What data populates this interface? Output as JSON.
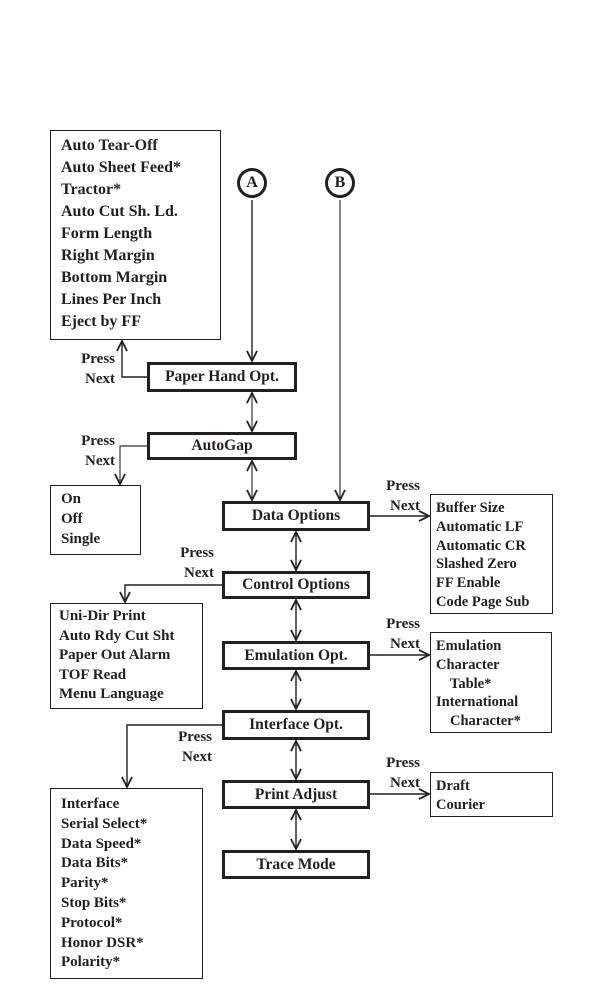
{
  "connectors": [
    {
      "label": "A"
    },
    {
      "label": "B"
    }
  ],
  "press_next": {
    "line1": "Press",
    "line2": "Next"
  },
  "main_menus": [
    {
      "id": "paper-hand-opt",
      "label": "Paper Hand Opt."
    },
    {
      "id": "autogap",
      "label": "AutoGap"
    },
    {
      "id": "data-options",
      "label": "Data Options"
    },
    {
      "id": "control-options",
      "label": "Control Options"
    },
    {
      "id": "emulation-opt",
      "label": "Emulation Opt."
    },
    {
      "id": "interface-opt",
      "label": "Interface Opt."
    },
    {
      "id": "print-adjust",
      "label": "Print Adjust"
    },
    {
      "id": "trace-mode",
      "label": "Trace Mode"
    }
  ],
  "submenus": {
    "paper_hand": [
      "Auto Tear-Off",
      "Auto Sheet Feed*",
      "Tractor*",
      "Auto Cut Sh. Ld.",
      "Form Length",
      "Right Margin",
      "Bottom Margin",
      "Lines Per Inch",
      "Eject by FF"
    ],
    "autogap": [
      "On",
      "Off",
      "Single"
    ],
    "data_options": [
      "Buffer Size",
      "Automatic LF",
      "Automatic CR",
      "Slashed Zero",
      "FF Enable",
      "Code Page Sub"
    ],
    "control_options": [
      "Uni-Dir Print",
      "Auto Rdy Cut Sht",
      "Paper Out Alarm",
      "TOF Read",
      "Menu Language"
    ],
    "emulation": [
      "Emulation",
      "Character",
      "Table*",
      "International",
      "Character*"
    ],
    "interface": [
      "Interface",
      "Serial Select*",
      "Data Speed*",
      "Data Bits*",
      "Parity*",
      "Stop Bits*",
      "Protocol*",
      "Honor DSR*",
      "Polarity*"
    ],
    "print_adjust": [
      "Draft",
      "Courier"
    ]
  }
}
